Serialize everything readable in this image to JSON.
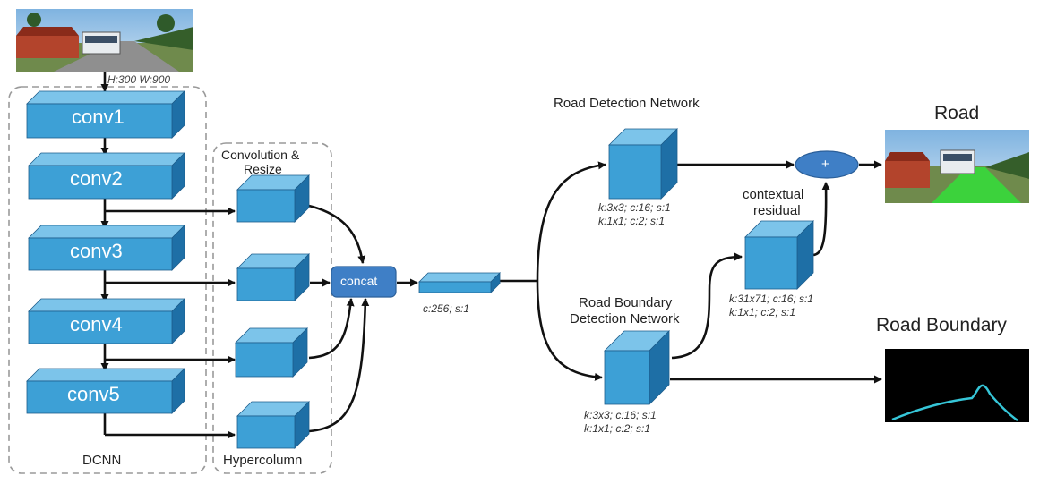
{
  "input": {
    "size_label": "H:300  W:900"
  },
  "dcnn": {
    "label": "DCNN",
    "layers": [
      "conv1",
      "conv2",
      "conv3",
      "conv4",
      "conv5"
    ]
  },
  "hypercolumn": {
    "top_label_line1": "Convolution &",
    "top_label_line2": "Resize",
    "bottom_label": "Hypercolumn"
  },
  "concat": {
    "label": "concat",
    "params": "c:256; s:1"
  },
  "road_net": {
    "title": "Road Detection Network",
    "params_line1": "k:3x3; c:16; s:1",
    "params_line2": "k:1x1; c:2; s:1"
  },
  "boundary_net": {
    "title_line1": "Road Boundary",
    "title_line2": "Detection Network",
    "params_line1": "k:3x3; c:16; s:1",
    "params_line2": "k:1x1; c:2; s:1"
  },
  "residual": {
    "title_line1": "contextual",
    "title_line2": "residual",
    "params_line1": "k:31x71; c:16; s:1",
    "params_line2": "k:1x1; c:2; s:1"
  },
  "plus": {
    "symbol": "+"
  },
  "outputs": {
    "road": "Road",
    "road_boundary": "Road Boundary"
  },
  "colors": {
    "block_front": "#3da0d6",
    "block_top": "#7cc4ea",
    "block_side": "#1e6fa6",
    "concat": "#3f7fc6"
  }
}
